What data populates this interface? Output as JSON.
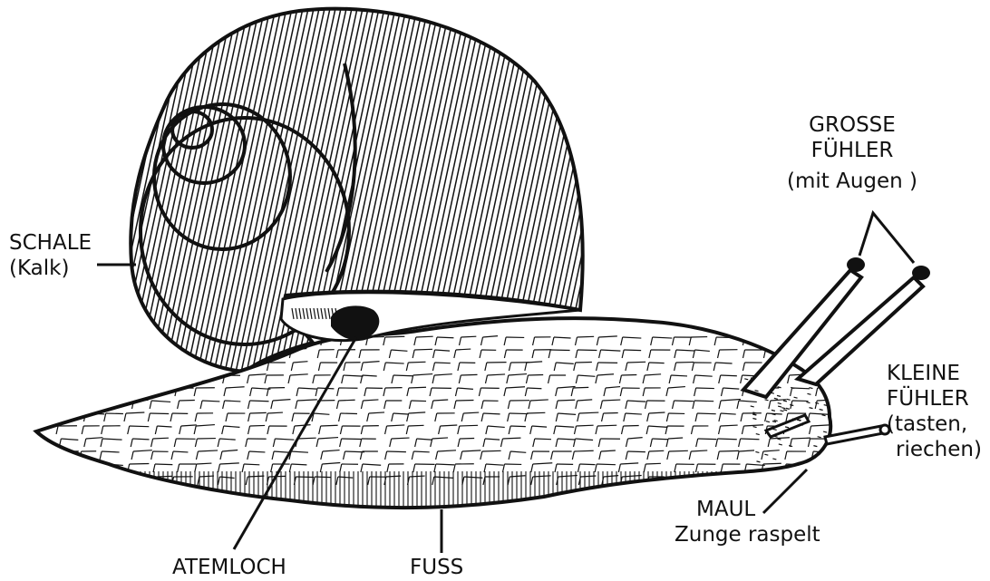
{
  "colors": {
    "ink": "#111111",
    "paper": "#ffffff"
  },
  "labels": {
    "schale": {
      "line1": "SCHALE",
      "line2": "(Kalk)"
    },
    "grosse_fuehler": {
      "line1": "GROSSE",
      "line2": "FÜHLER",
      "line3": "(mit Augen )"
    },
    "kleine_fuehler": {
      "line1": "KLEINE",
      "line2": "FÜHLER",
      "line3": "(tasten,",
      "line4": "riechen)"
    },
    "maul": {
      "line1": "MAUL",
      "line2": "Zunge raspelt"
    },
    "atemloch": "ATEMLOCH",
    "fuss": "FUSS"
  }
}
